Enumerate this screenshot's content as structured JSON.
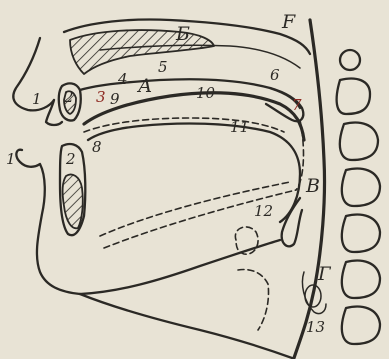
{
  "labels": {
    "upper_lip": "1",
    "lower_lip": "1",
    "upper_teeth": "2",
    "lower_teeth": "2",
    "alveoli": "3",
    "hard_palate_front": "4",
    "hard_palate": "5",
    "soft_palate": "6",
    "uvula": "7",
    "tongue_tip": "8",
    "tongue_front": "9",
    "tongue_middle": "10",
    "tongue_back": "11",
    "epiglottis": "12",
    "vocal_cords": "13",
    "oral_cavity": "А",
    "nasal_cavity": "Б",
    "pharynx": "В",
    "larynx": "Г",
    "nasopharynx": "F"
  },
  "colors": {
    "ink": "#2b2925",
    "paper": "#e8e3d5",
    "accent_red": "#8e2a22"
  }
}
